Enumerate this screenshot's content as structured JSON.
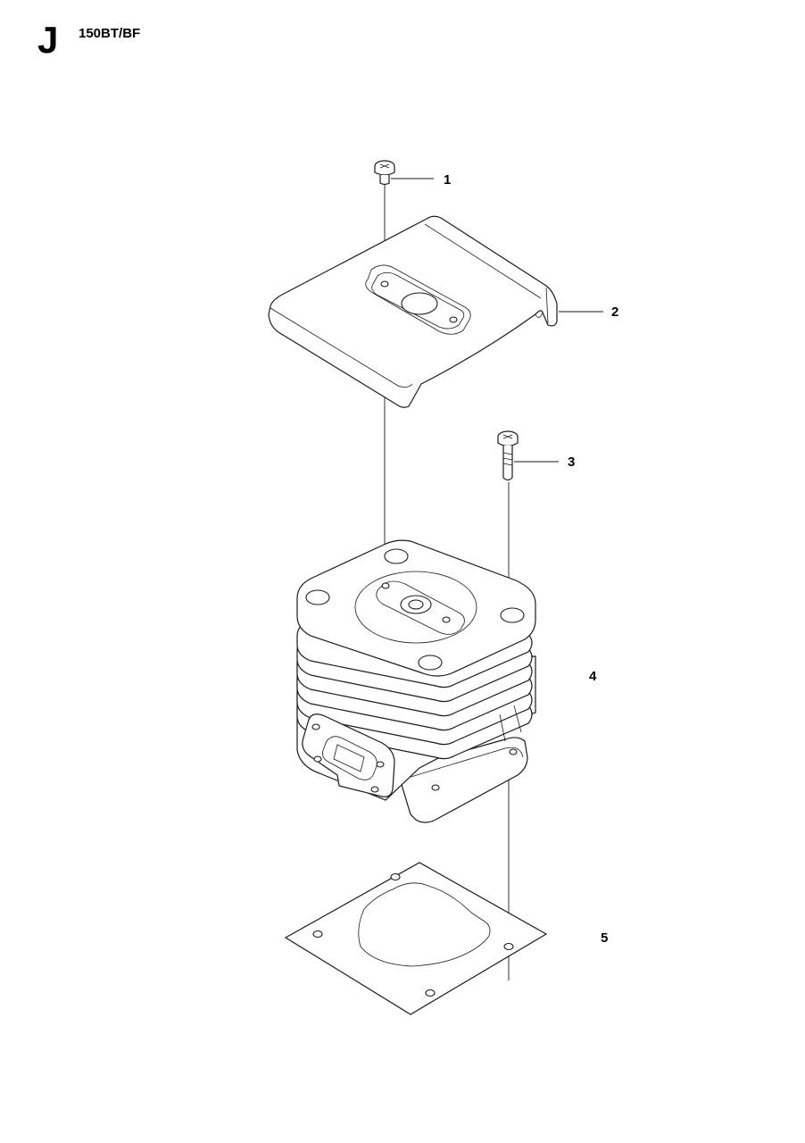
{
  "header": {
    "section_letter": "J",
    "model": "150BT/BF"
  },
  "callouts": [
    "1",
    "2",
    "3",
    "4",
    "5"
  ]
}
